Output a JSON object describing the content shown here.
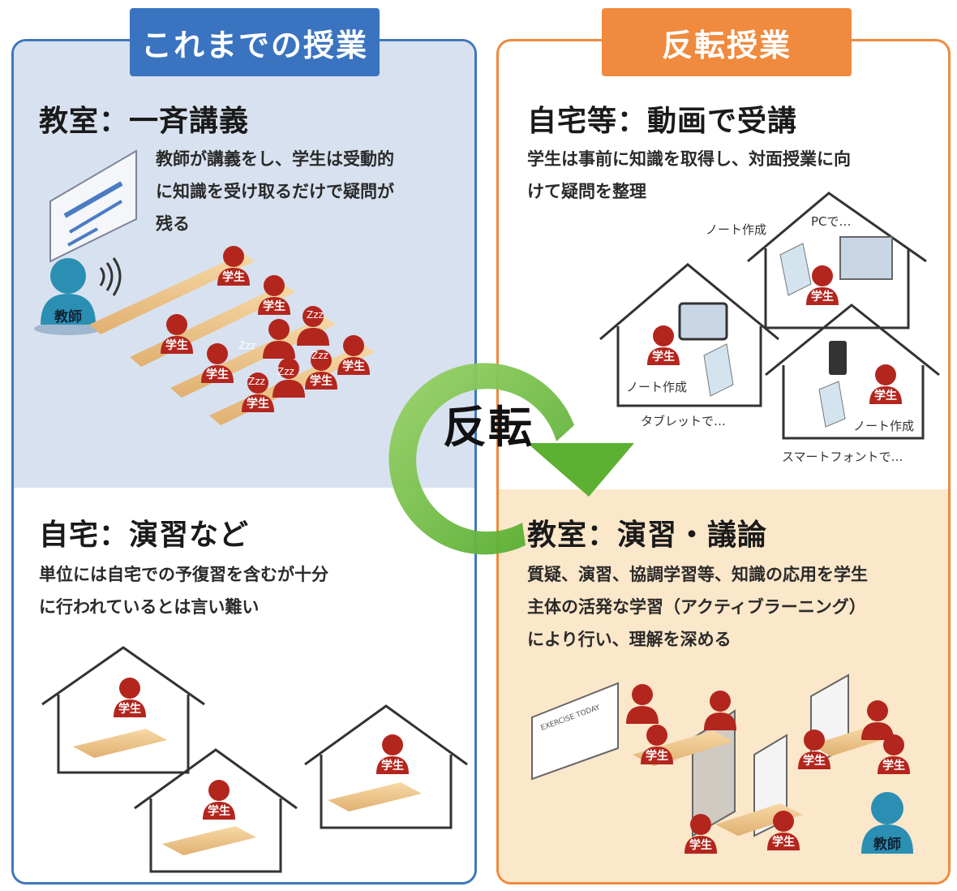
{
  "traditional": {
    "tab": "これまでの授業",
    "classroom": {
      "heading": "教室：一斉講義",
      "desc_lines": [
        "教師が講義をし、学生は受動的",
        "に知識を受け取るだけで疑問が",
        "残る"
      ],
      "teacher_label": "教師",
      "student_label": "学生",
      "sleep_mark": "Zzz"
    },
    "home": {
      "heading": "自宅：演習など",
      "desc_lines": [
        "単位には自宅での予復習を含むが十分",
        "に行われているとは言い難い"
      ],
      "student_label": "学生"
    }
  },
  "flipped": {
    "tab": "反転授業",
    "home": {
      "heading": "自宅等：動画で受講",
      "desc_lines": [
        "学生は事前に知識を取得し、対面授業に向",
        "けて疑問を整理"
      ],
      "captions": {
        "note1": "ノート作成",
        "pc": "PCで…",
        "note2": "ノート作成",
        "tablet": "タブレットで…",
        "note3": "ノート作成",
        "smartphone": "スマートフォントで…"
      },
      "student_label": "学生"
    },
    "classroom": {
      "heading": "教室：演習・議論",
      "desc_lines": [
        "質疑、演習、協調学習等、知識の応用を学生",
        "主体の活発な学習（アクティブラーニング）",
        "により行い、理解を深める"
      ],
      "whiteboard_text": "EXERCISE TODAY",
      "student_label": "学生",
      "teacher_label": "教師"
    }
  },
  "center": {
    "label": "反転"
  },
  "colors": {
    "blue": "#3a74c0",
    "orange": "#ef8a3e",
    "light_blue_bg": "#d8e1ef",
    "light_orange_bg": "#fbe7c9",
    "student": "#b3261e",
    "teacher": "#2a8fb3",
    "arrow_green": "#6bb83a"
  }
}
